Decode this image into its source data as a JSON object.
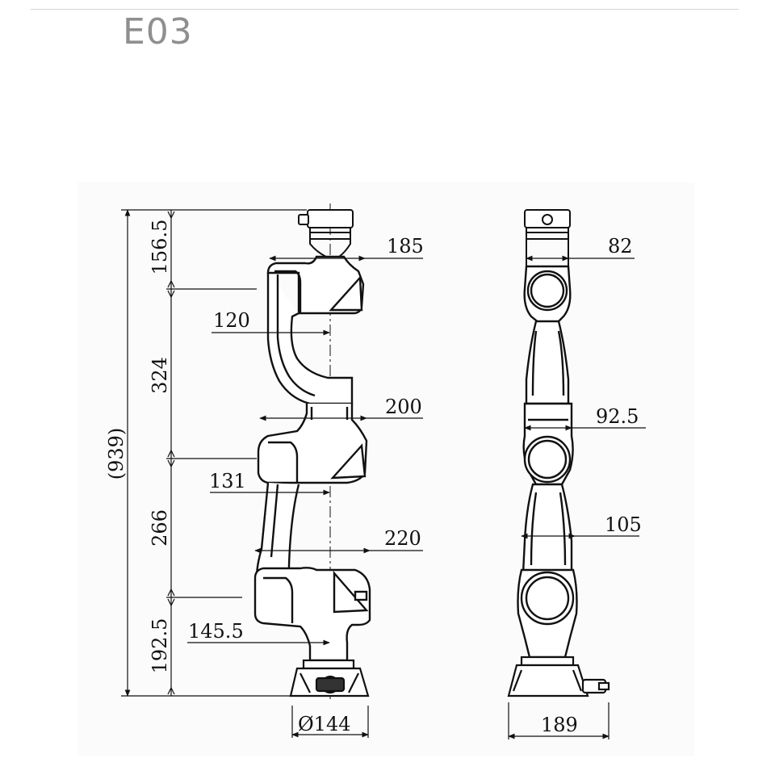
{
  "header": {
    "model": "E03"
  },
  "side_view": {
    "dims": {
      "total_height": "(939)",
      "base_to_shoulder": "192.5",
      "lower_arm": "266",
      "upper_arm": "324",
      "wrist_to_top": "156.5",
      "reach_top": "185",
      "offset_top": "120",
      "reach_mid": "200",
      "offset_mid": "131",
      "reach_bottom": "220",
      "offset_bottom": "145.5",
      "base_diameter": "Ø144"
    }
  },
  "front_view": {
    "dims": {
      "top_width": "82",
      "mid_width": "92.5",
      "low_width": "105",
      "base_width": "189"
    }
  }
}
